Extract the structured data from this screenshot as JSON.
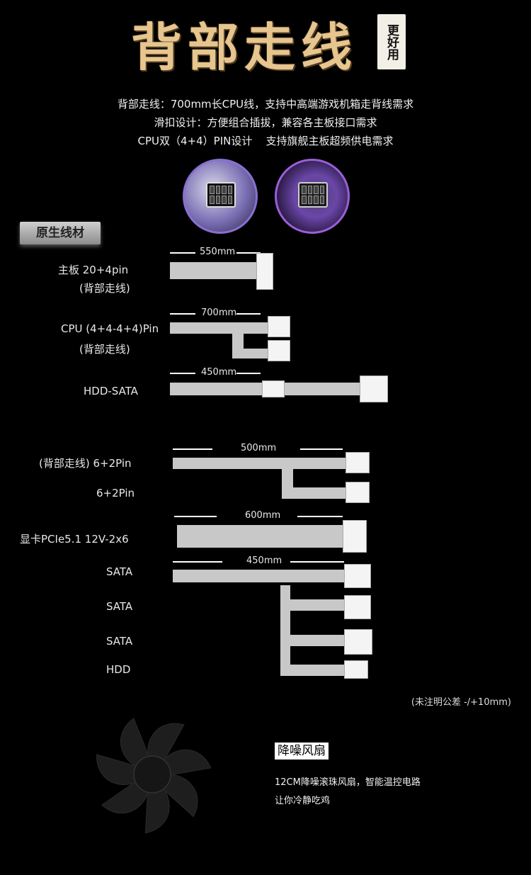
{
  "hero": {
    "title": "背部走线",
    "seal": "更好用"
  },
  "features": [
    "背部走线：700mm长CPU线，支持中高端游戏机箱走背线需求",
    "滑扣设计：方便组合插拔，兼容各主板接口需求",
    "CPU双（4+4）PIN设计    支持旗舰主板超频供电需求"
  ],
  "section_badge": "原生线材",
  "cables_group1": [
    {
      "label": "主板 20+4pin",
      "sub": "(背部走线)",
      "length": "550mm"
    },
    {
      "label": "CPU (4+4-4+4)Pin",
      "sub": "(背部走线)",
      "length": "700mm"
    },
    {
      "label": "HDD-SATA",
      "length": "450mm"
    }
  ],
  "cables_group2": {
    "pcie_top": {
      "label": "(背部走线) 6+2Pin",
      "length": "500mm"
    },
    "pcie_bottom": {
      "label": "6+2Pin"
    },
    "gpu": {
      "label": "显卡PCIe5.1 12V-2x6",
      "length": "600mm"
    },
    "sata": {
      "label1": "SATA",
      "label2": "SATA",
      "label3": "SATA",
      "hdd": "HDD",
      "length": "450mm"
    }
  },
  "tolerance_note": "(未注明公差 -/+10mm)",
  "fan": {
    "title": "降噪风扇",
    "line1": "12CM降噪滚珠风扇，智能温控电路",
    "line2": "让你冷静吃鸡"
  },
  "colors": {
    "gold": "#e7c58e",
    "cable": "#c8c8c8",
    "background": "#000000"
  }
}
